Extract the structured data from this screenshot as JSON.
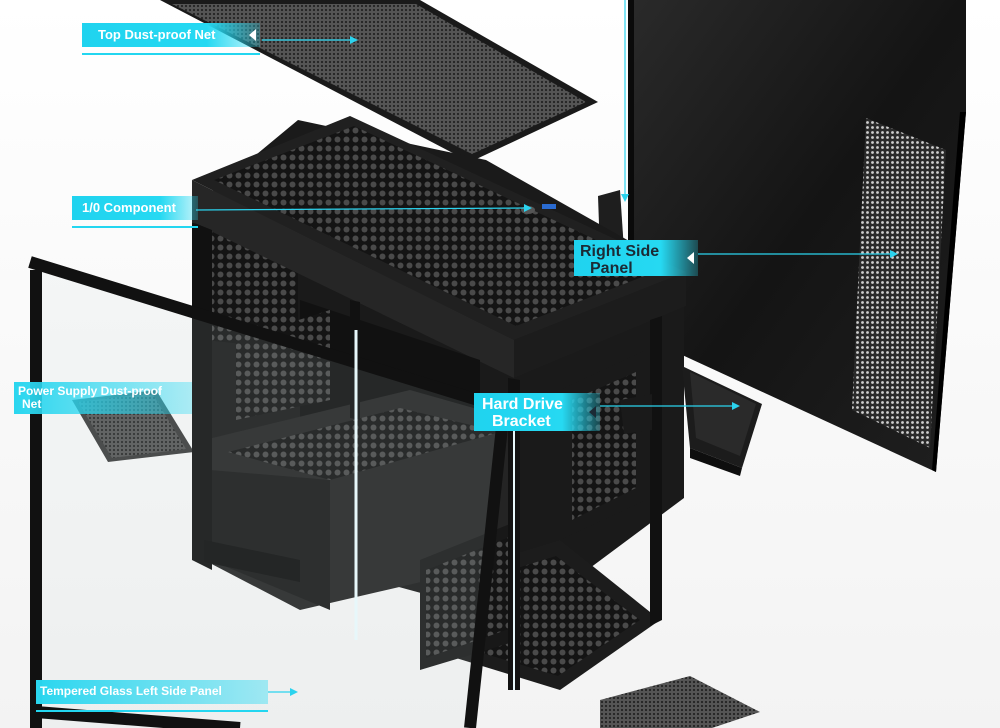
{
  "diagram": {
    "labels": {
      "top_dust_net": "Top Dust-proof Net",
      "io_component": "1/0 Component",
      "right_side_panel_line1": "Right Side",
      "right_side_panel_line2": "Panel",
      "psu_dust_net_line1": "Power Supply Dust-proof",
      "psu_dust_net_line2": "Net",
      "hard_drive_bracket_line1": "Hard Drive",
      "hard_drive_bracket_line2": "Bracket",
      "tempered_glass_left_panel": "Tempered Glass Left Side Panel"
    },
    "colors": {
      "label_bg": "#22d6f1",
      "case_body": "#1c1c1c",
      "panel": "#121212",
      "mesh": "#3a3a3a",
      "leader_line": "#2bd3ee"
    }
  }
}
